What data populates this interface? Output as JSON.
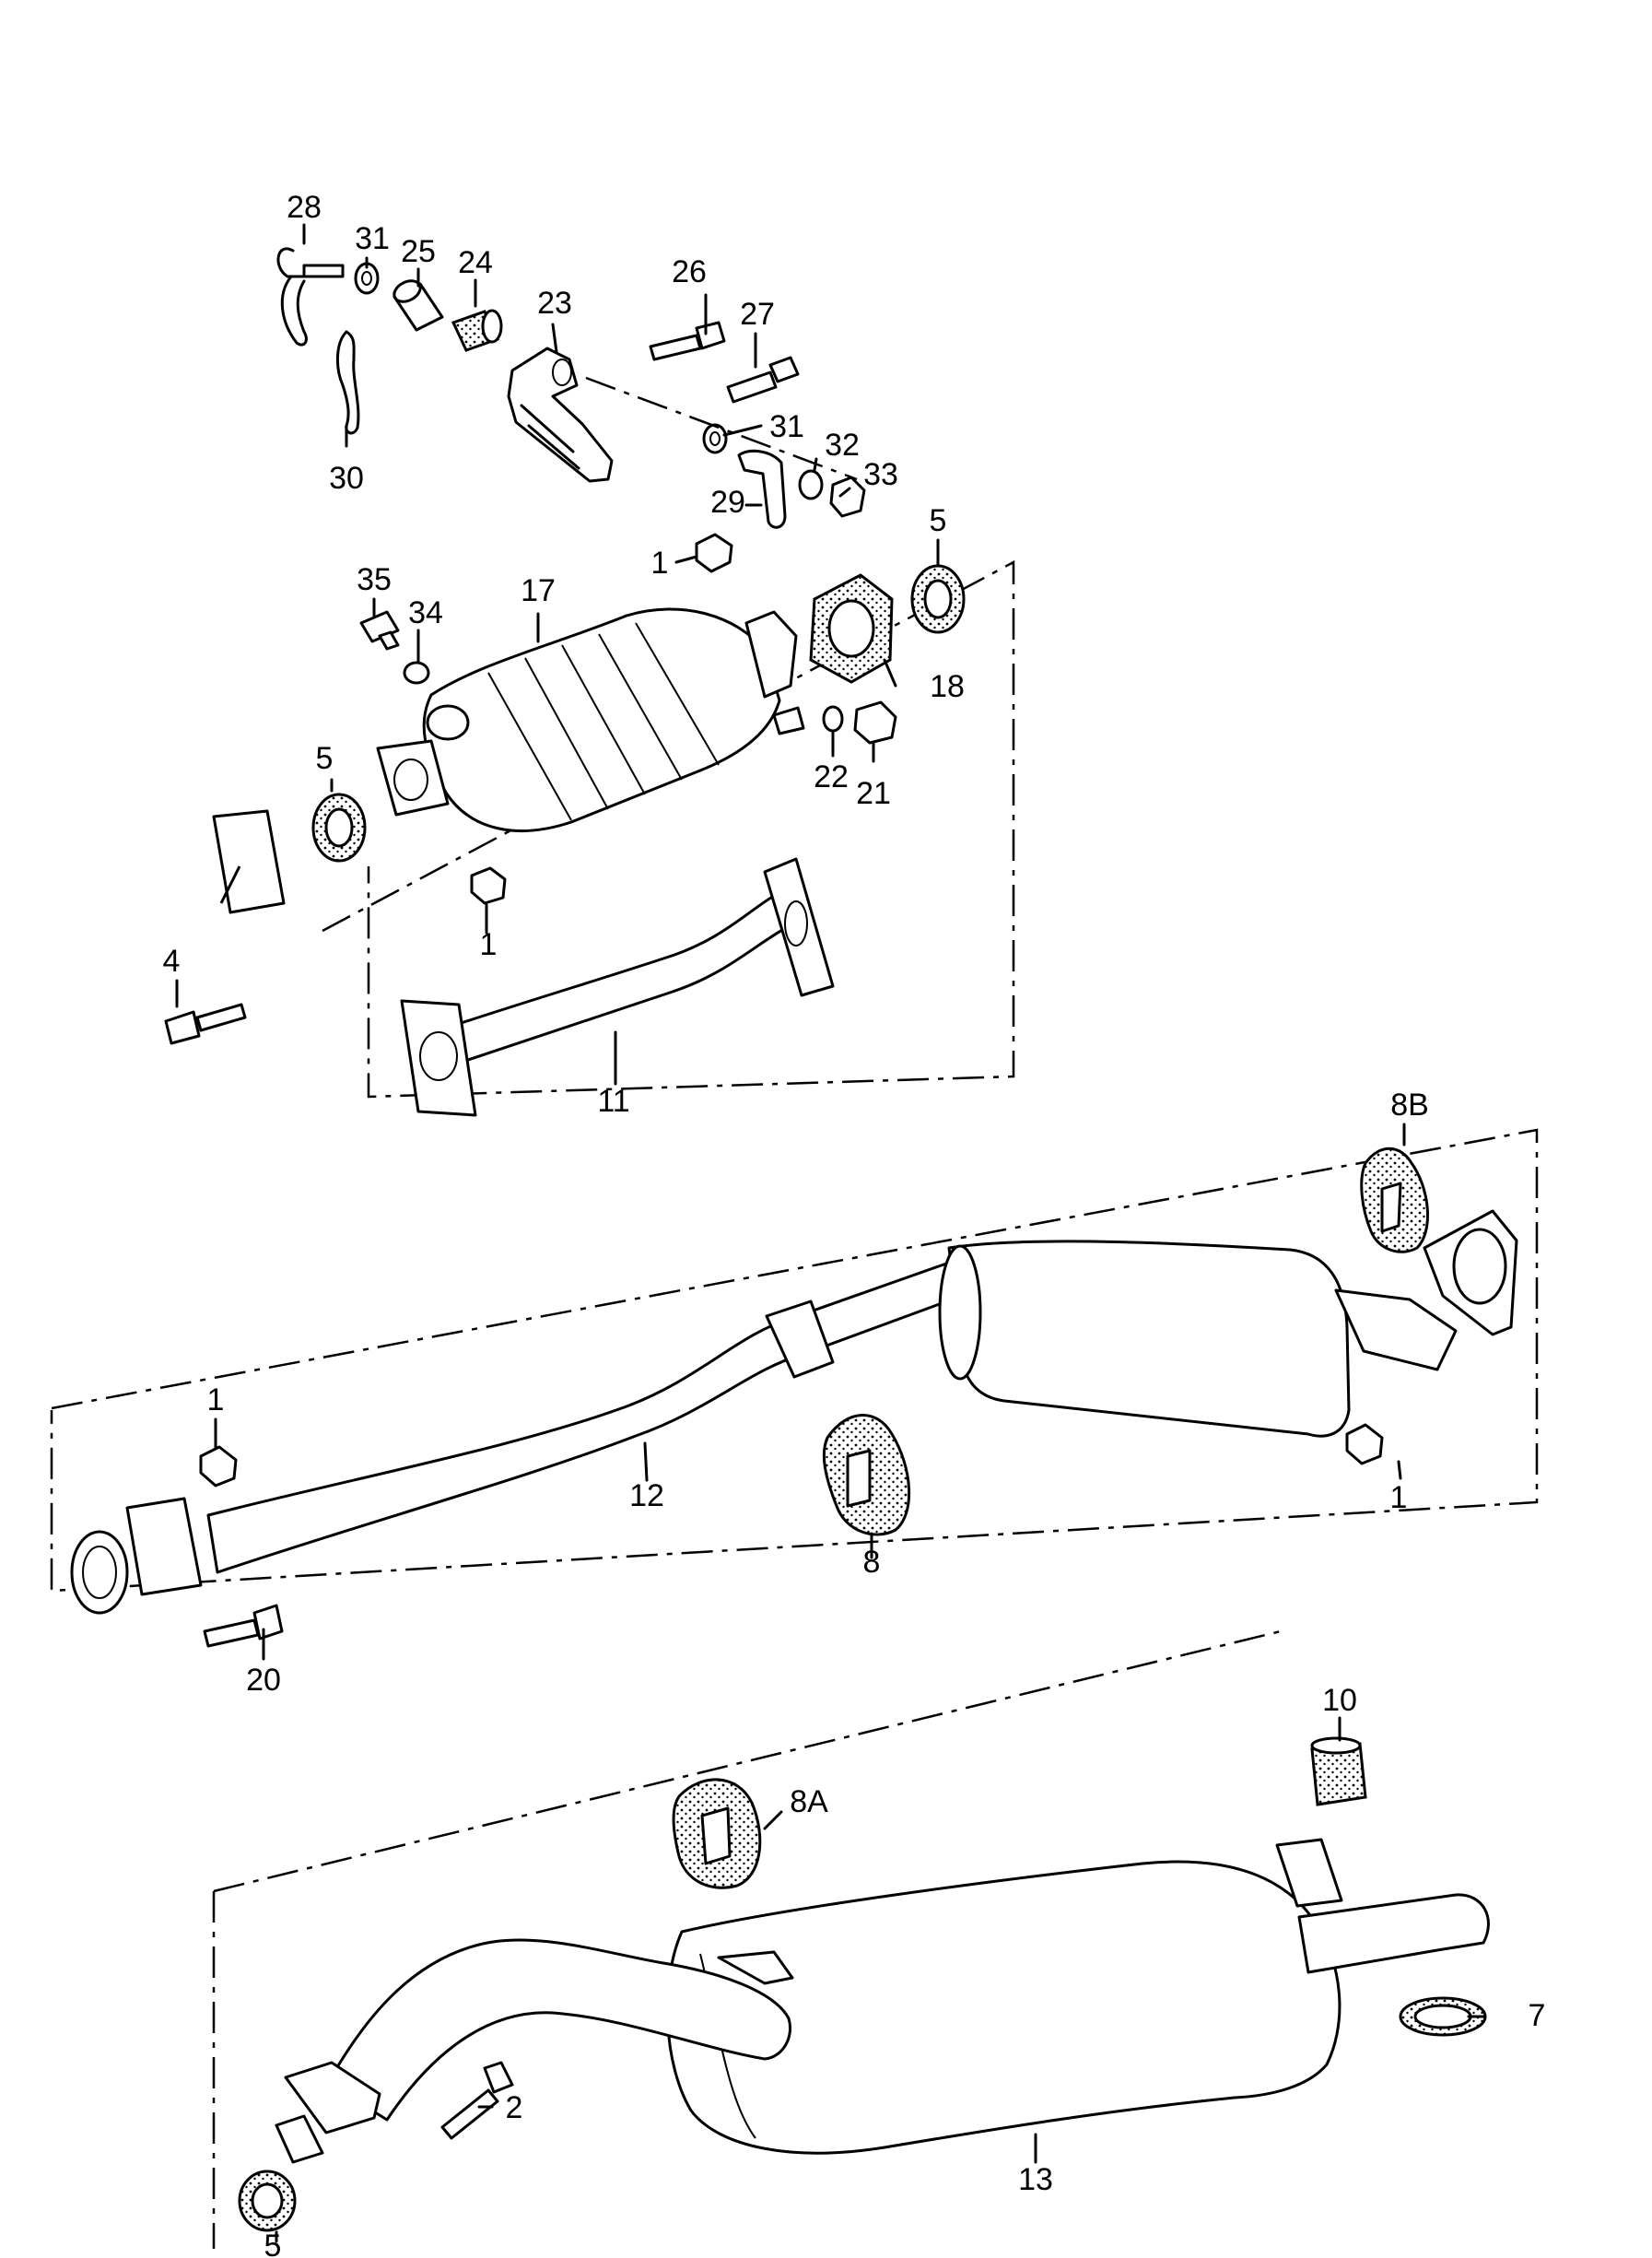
{
  "callouts": [
    "28",
    "31",
    "25",
    "24",
    "23",
    "26",
    "27",
    "31",
    "32",
    "33",
    "30",
    "29",
    "1",
    "5",
    "35",
    "34",
    "17",
    "18",
    "22",
    "21",
    "5",
    "4",
    "1",
    "11",
    "8B",
    "1",
    "12",
    "8",
    "1",
    "20",
    "10",
    "8A",
    "7",
    "2",
    "13",
    "5"
  ]
}
